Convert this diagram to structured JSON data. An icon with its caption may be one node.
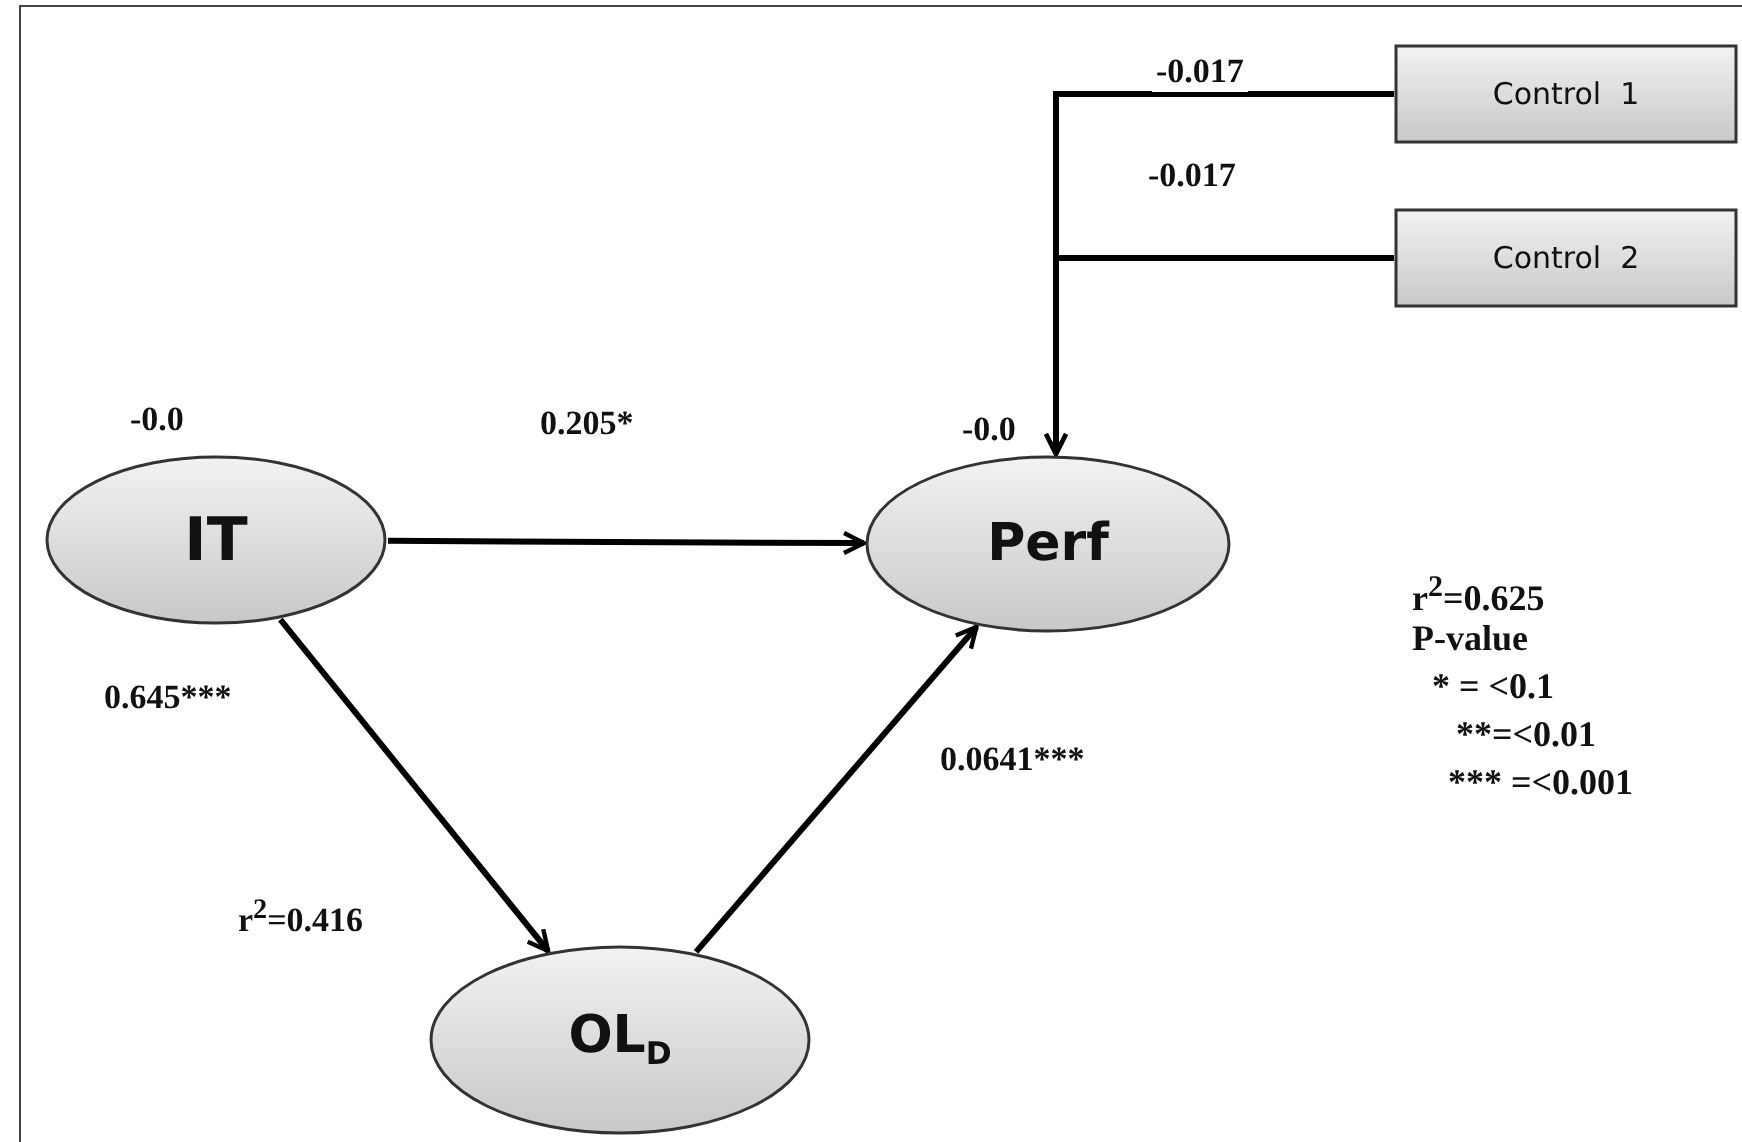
{
  "diagram": {
    "nodes": [
      {
        "text": [
          "IT"
        ],
        "beside": [
          "-0.0"
        ]
      },
      {
        "text": [
          "Perf"
        ],
        "beside": [
          "-0.0"
        ]
      },
      {
        "text": [
          "OL$_{D}$"
        ],
        "beside": [
          "r$^{2}$=0.416"
        ]
      },
      {
        "text": [
          "Control  1"
        ]
      },
      {
        "text": [
          "Control  2"
        ]
      }
    ],
    "edges": [
      {
        "from": 0,
        "to": 1,
        "arrow": "to",
        "label": "0.205*"
      },
      {
        "from": 0,
        "to": 2,
        "arrow": "to",
        "label": "0.645***"
      },
      {
        "from": 2,
        "to": 1,
        "arrow": "to",
        "label": "0.0641***"
      },
      {
        "from": 3,
        "to": 1,
        "arrow": "to",
        "label": "-0.017"
      },
      {
        "from": 4,
        "to": 1,
        "arrow": "to",
        "label": "-0.017"
      }
    ],
    "labels": [
      "r$^{2}$=0.625",
      "P-value",
      "* = <0.1",
      "**=<0.01",
      "*** =<0.001"
    ]
  }
}
